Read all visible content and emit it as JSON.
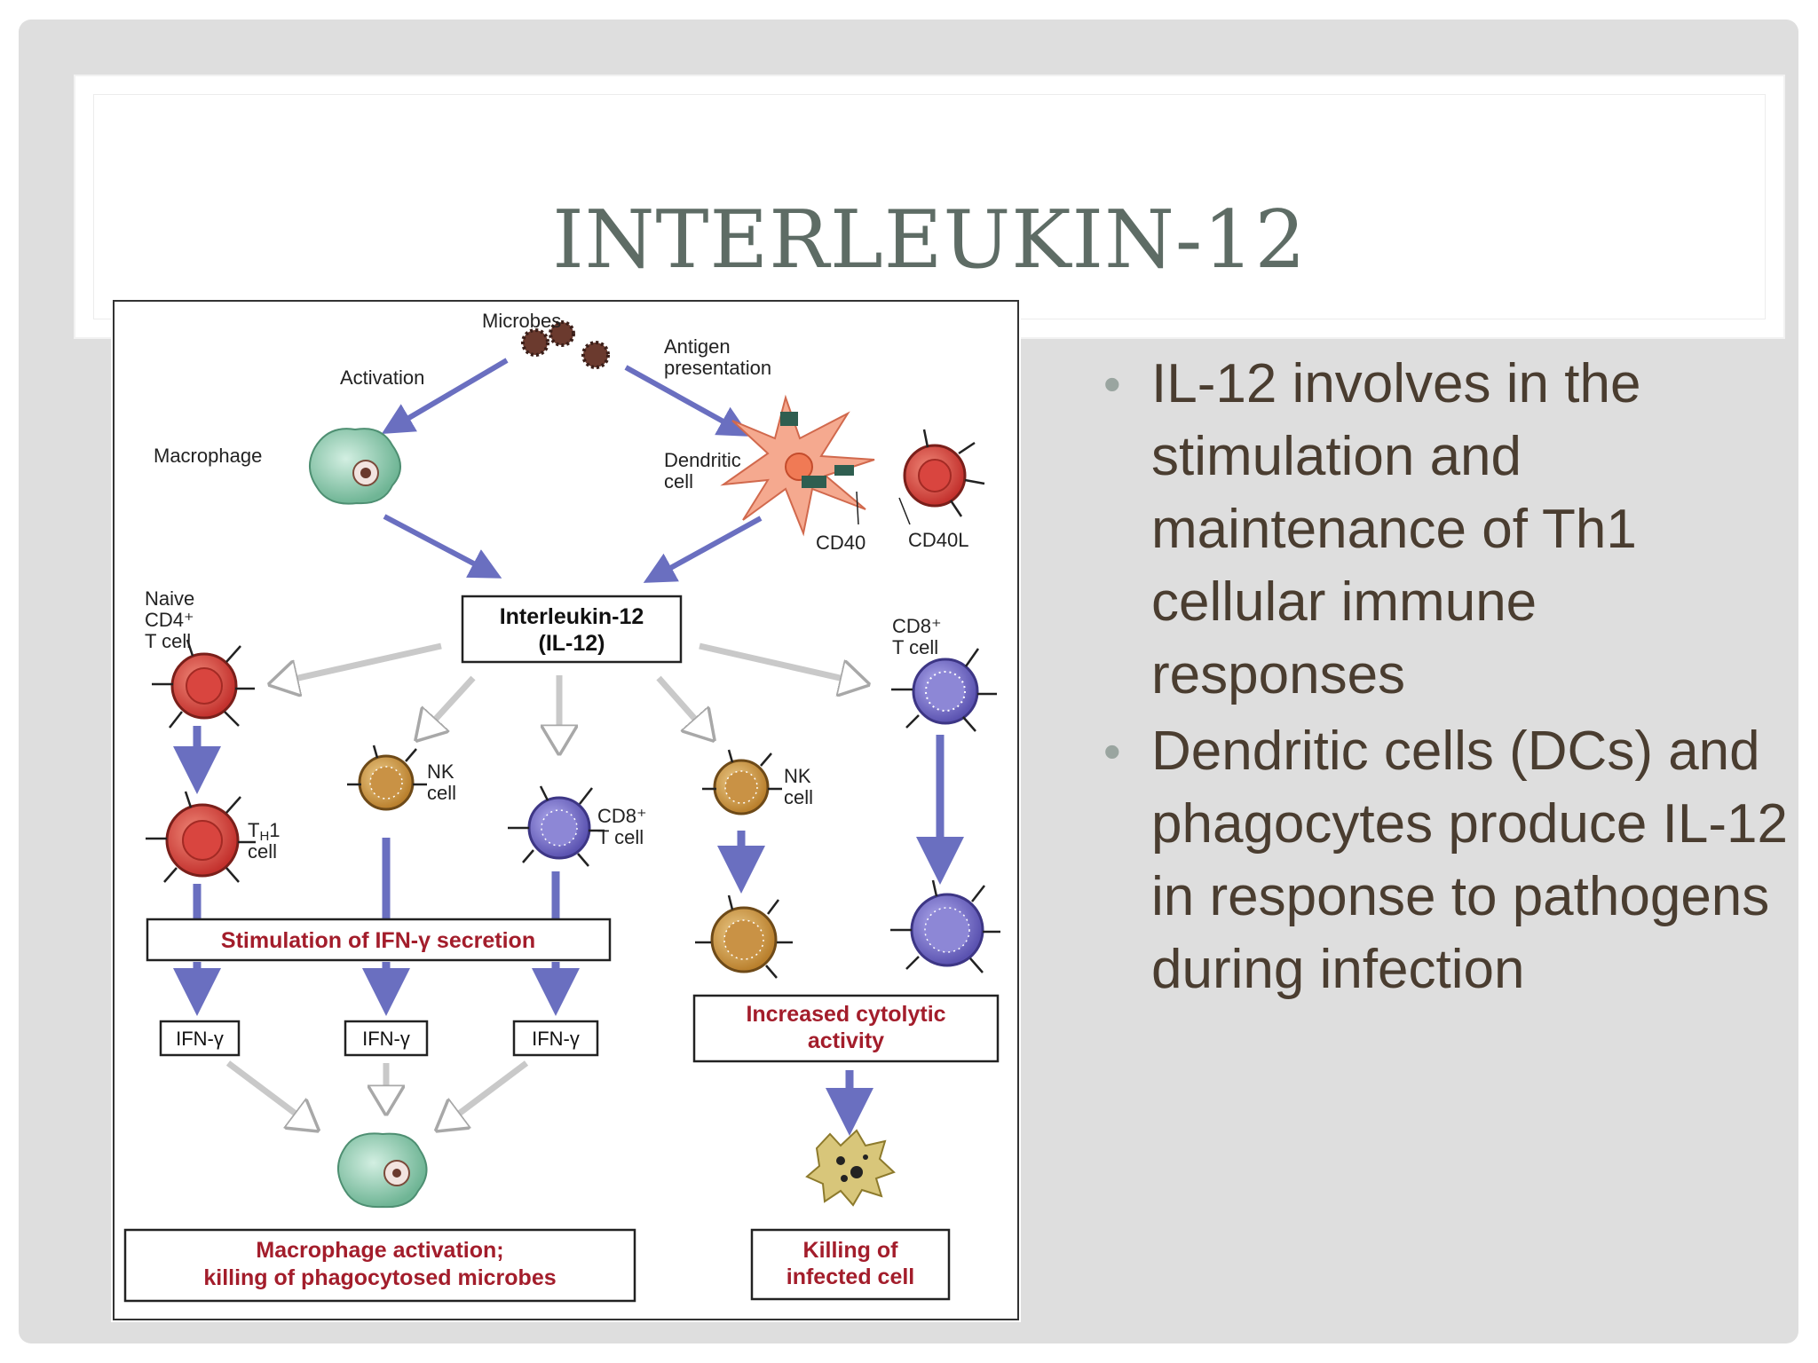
{
  "slide": {
    "title": "INTERLEUKIN-12",
    "bullets": [
      "IL-12 involves in the stimulation and maintenance of Th1 cellular immune responses",
      "Dendritic cells (DCs) and phagocytes produce IL-12 in response to pathogens during infection"
    ]
  },
  "diagram": {
    "labels": {
      "microbes": "Microbes",
      "activation": "Activation",
      "antigen_1": "Antigen",
      "antigen_2": "presentation",
      "macrophage": "Macrophage",
      "dendritic_1": "Dendritic",
      "dendritic_2": "cell",
      "cd40": "CD40",
      "cd40l": "CD40L",
      "il12_1": "Interleukin-12",
      "il12_2": "(IL-12)",
      "naive_1": "Naive",
      "naive_2": "CD4⁺",
      "naive_3": "T cell",
      "cd8_top_1": "CD8⁺",
      "cd8_top_2": "T cell",
      "nk1_1": "NK",
      "nk1_2": "cell",
      "nk2_1": "NK",
      "nk2_2": "cell",
      "cd8_mid_1": "CD8⁺",
      "cd8_mid_2": "T cell",
      "th1_main": "T",
      "th1_sub": "H",
      "th1_num": "1",
      "th1_2": "cell",
      "stim_ifn": "Stimulation of IFN-γ secretion",
      "ifn1": "IFN-γ",
      "ifn2": "IFN-γ",
      "ifn3": "IFN-γ",
      "cytolytic_1": "Increased cytolytic",
      "cytolytic_2": "activity",
      "macro_act_1": "Macrophage activation;",
      "macro_act_2": "killing of phagocytosed microbes",
      "killing_1": "Killing of",
      "killing_2": "infected cell"
    },
    "colors": {
      "blue_arrow": "#6a6fc0",
      "gray_arrow": "#c9c9c9",
      "red_text": "#a31d2b",
      "macrophage": "#8fcbb0",
      "t_cell_red": "#d9453f",
      "nk_orange": "#d4a04c",
      "cd8_purple": "#7d76c9",
      "dendritic": "#f5a98f"
    }
  }
}
